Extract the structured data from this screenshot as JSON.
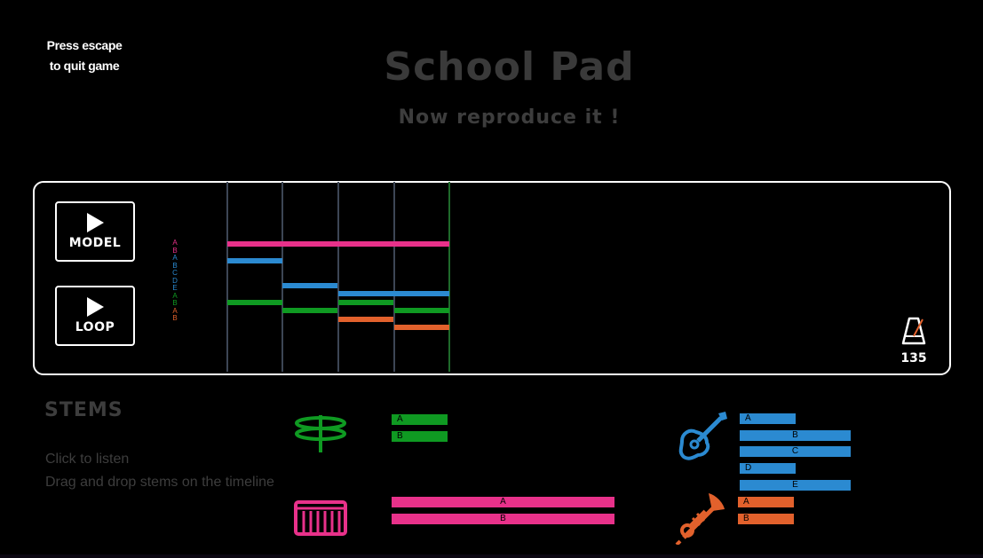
{
  "escape": {
    "line1": "Press escape",
    "line2": "to quit game"
  },
  "header": {
    "title": "School Pad",
    "subtitle": "Now reproduce it !"
  },
  "controls": {
    "model_label": "MODEL",
    "loop_label": "LOOP"
  },
  "track_letters": [
    {
      "t": "A",
      "c": "#e8318a"
    },
    {
      "t": "B",
      "c": "#e8318a"
    },
    {
      "t": "A",
      "c": "#2b8ad1"
    },
    {
      "t": "B",
      "c": "#2b8ad1"
    },
    {
      "t": "C",
      "c": "#2b8ad1"
    },
    {
      "t": "D",
      "c": "#2b8ad1"
    },
    {
      "t": "E",
      "c": "#2b8ad1"
    },
    {
      "t": "A",
      "c": "#0f9a22"
    },
    {
      "t": "B",
      "c": "#0f9a22"
    },
    {
      "t": "A",
      "c": "#e2612c"
    },
    {
      "t": "B",
      "c": "#e2612c"
    }
  ],
  "tempo": {
    "bpm": "135"
  },
  "stems_panel": {
    "title": "STEMS",
    "hint1": "Click to listen",
    "hint2": "Drag and drop stems on the timeline"
  },
  "stems": {
    "drums": {
      "icon": "drum-icon",
      "color": "#0f9a22",
      "clips": [
        "A",
        "B"
      ]
    },
    "keys": {
      "icon": "piano-icon",
      "color": "#e8318a",
      "clips": [
        "A",
        "B"
      ]
    },
    "guitar": {
      "icon": "guitar-icon",
      "color": "#2b8ad1",
      "clips": [
        "A",
        "B",
        "C",
        "D",
        "E"
      ]
    },
    "trumpet": {
      "icon": "trumpet-icon",
      "color": "#e2612c",
      "clips": [
        "A",
        "B"
      ]
    }
  },
  "colors": {
    "pink": "#e8318a",
    "blue": "#2b8ad1",
    "green": "#0f9a22",
    "orange": "#e2612c",
    "muted_text": "#3d3d3d"
  }
}
